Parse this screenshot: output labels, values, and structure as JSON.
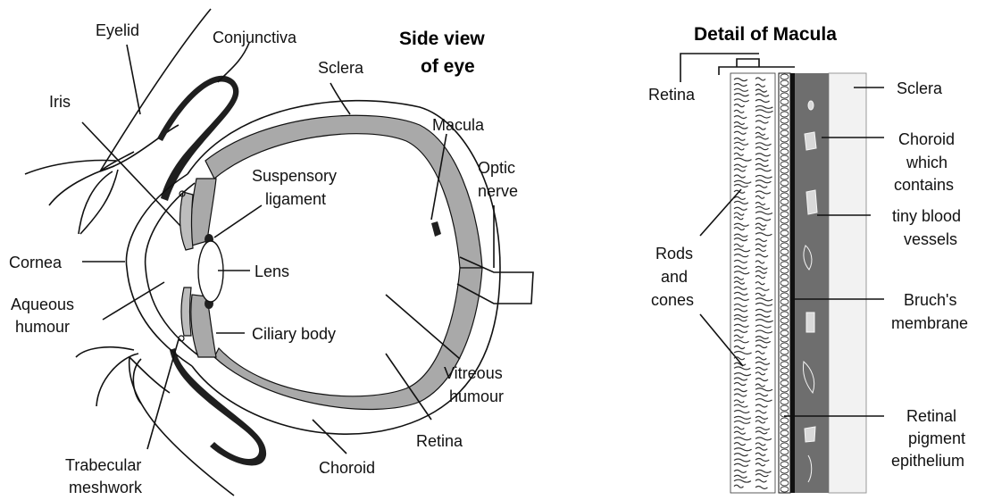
{
  "side_view": {
    "title_line1": "Side view",
    "title_line2": "of eye",
    "labels": {
      "eyelid": "Eyelid",
      "conjunctiva": "Conjunctiva",
      "sclera": "Sclera",
      "iris": "Iris",
      "macula": "Macula",
      "optic_1": "Optic",
      "optic_2": "nerve",
      "suspensory_1": "Suspensory",
      "suspensory_2": "ligament",
      "cornea": "Cornea",
      "lens": "Lens",
      "aqueous_1": "Aqueous",
      "aqueous_2": "humour",
      "ciliary": "Ciliary body",
      "vitreous_1": "Vitreous",
      "vitreous_2": "humour",
      "retina": "Retina",
      "choroid": "Choroid",
      "trabecular_1": "Trabecular",
      "trabecular_2": "meshwork"
    }
  },
  "macula_detail": {
    "title": "Detail of Macula",
    "labels": {
      "retina": "Retina",
      "sclera": "Sclera",
      "choroid_1": "Choroid",
      "choroid_2": "which",
      "choroid_3": "contains",
      "choroid_4": "tiny blood",
      "choroid_5": "vessels",
      "rods_1": "Rods",
      "rods_2": "and",
      "rods_3": "cones",
      "bruch_1": "Bruch's",
      "bruch_2": "membrane",
      "rpe_1": "Retinal",
      "rpe_2": "pigment",
      "rpe_3": "epithelium"
    }
  },
  "colors": {
    "dark_fill": "#1f1f1f",
    "grey_fill": "#a9a9a9",
    "choroid_band": "#6e6e6e",
    "sclera_band": "#f2f2f2"
  }
}
